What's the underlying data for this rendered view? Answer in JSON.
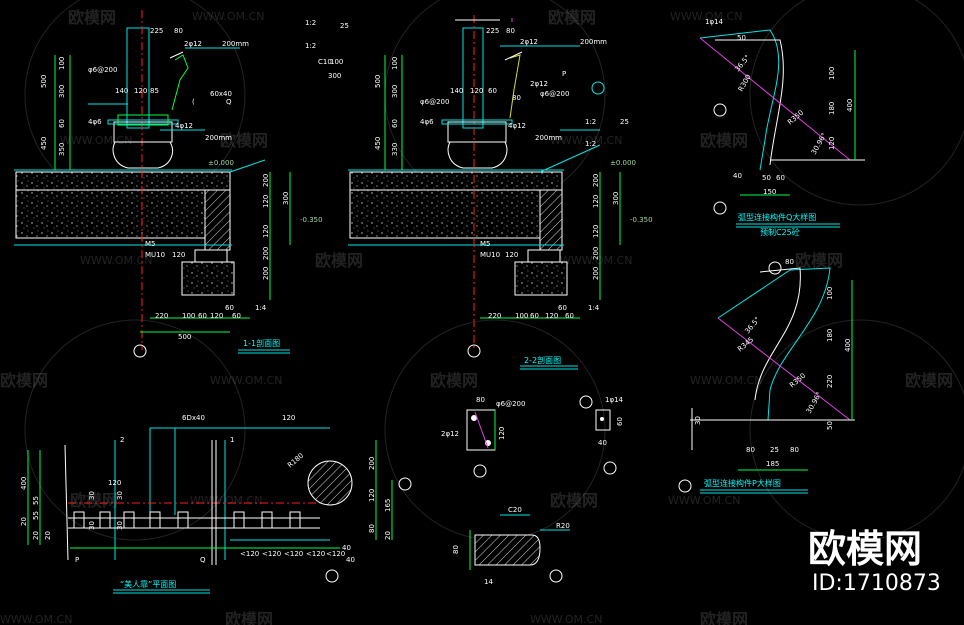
{
  "watermark": {
    "brand": "欧模网",
    "url": "WWW.OM.CN",
    "big_brand": "欧模网",
    "id_text": "ID:1710873"
  },
  "sections": {
    "section_1_1": "1-1剖面图",
    "section_2_2": "2-2剖面图",
    "plan": "“美人靠”平面图",
    "detail_q": "弧型连接构件Q大样图",
    "detail_q_sub": "预制C25砼",
    "detail_p": "弧型连接构件P大样图"
  },
  "left_section": {
    "top_dims": [
      "225",
      "80"
    ],
    "rebar_top": "2φ12",
    "dim_200mm": "200mm",
    "rebar_side": "φ6@200",
    "bar_a": "140",
    "bar_b": "120",
    "bar_c": "85",
    "label_60x40": "60x40",
    "label_paren": "(",
    "label_q": "Q",
    "rebar_4": "4φ6",
    "rebar_4b": "4φ12",
    "dim_200mm_b": "200mm",
    "left_dims": [
      "500",
      "100",
      "300",
      "60",
      "450",
      "350"
    ],
    "level_000": "±0.000",
    "level_neg": "-0.350",
    "ratio_1_2": "1:2",
    "ratio_25": "25",
    "ratio_1_2b": "1:2",
    "c10": "C10",
    "dim_100": "100",
    "dim_300": "300",
    "m5": "M5",
    "mu10": "MU10",
    "dim_120": "120",
    "right_dims": [
      "200",
      "300",
      "120",
      "120",
      "200",
      "200"
    ],
    "bottom_dims": [
      "60",
      "220",
      "100",
      "60",
      "120",
      "60"
    ],
    "dim_500": "500",
    "slope": "1:4"
  },
  "mid_section": {
    "top_dims": [
      "225",
      "80"
    ],
    "rebar_top": "2φ12",
    "dim_200mm": "200mm",
    "label_p": "P",
    "rebar_2": "2φ12",
    "rebar_6": "φ6@200",
    "dim_80": "80",
    "rebar_side": "φ6@200",
    "bar_a": "140",
    "bar_b": "120",
    "bar_c": "60",
    "rebar_4": "4φ6",
    "rebar_4b": "4φ12",
    "dim_200mm_b": "200mm",
    "ratio_1_2": "1:2",
    "ratio_25": "25",
    "ratio_1_2b": "1:2",
    "level_000": "±0.000",
    "level_neg": "-0.350",
    "left_dims": [
      "500",
      "100",
      "300",
      "60",
      "450",
      "330"
    ],
    "m5": "M5",
    "mu10": "MU10",
    "dim_120": "120",
    "right_dims": [
      "200",
      "300",
      "120",
      "120",
      "200",
      "200"
    ],
    "bottom_dims": [
      "60",
      "220",
      "100",
      "60",
      "120",
      "60"
    ],
    "slope": "1:4"
  },
  "plan_view": {
    "spacing": "6Dx40",
    "dim_120": "120",
    "mark_2": "2",
    "mark_1": "1",
    "left_dims": [
      "400",
      "55",
      "55",
      "20",
      "20",
      "20"
    ],
    "inner_dims": [
      "120",
      "30",
      "30",
      "30",
      "30"
    ],
    "right_dims": [
      "200",
      "120",
      "165",
      "80",
      "20"
    ],
    "radius": "R180",
    "label_p": "P",
    "label_q": "Q",
    "bottom_dims": [
      "<120",
      "<120",
      "<120",
      "<120",
      "<120"
    ],
    "dim_40a": "40",
    "dim_40b": "40"
  },
  "small_details": {
    "d1_top": "80",
    "d1_rebar": "φ6@200",
    "d1_bar": "2φ12",
    "d1_side": "120",
    "d2_bar": "1φ14",
    "d2_side": "60",
    "d2_bottom": "40",
    "d3_top": "C20",
    "d3_radius": "R20",
    "d3_side": "80",
    "d3_bottom": "14"
  },
  "detail_q": {
    "bar": "1φ14",
    "dim_50": "50",
    "angle_1": "36.5°",
    "radius_1": "R300",
    "radius_2": "R350",
    "angle_2": "30.96°",
    "right_dims": [
      "100",
      "180",
      "120",
      "400"
    ],
    "dim_40": "40",
    "bottom_a": "50",
    "bottom_b": "60",
    "bottom_total": "150"
  },
  "detail_p": {
    "dim_80": "80",
    "angle_1": "36.5°",
    "radius_1": "R345",
    "radius_2": "R350",
    "angle_2": "30.96°",
    "right_dims": [
      "100",
      "180",
      "220",
      "400",
      "50"
    ],
    "bottom_a": "80",
    "bottom_b": "25",
    "bottom_c": "80",
    "bottom_total": "185",
    "left_dim": "30"
  }
}
